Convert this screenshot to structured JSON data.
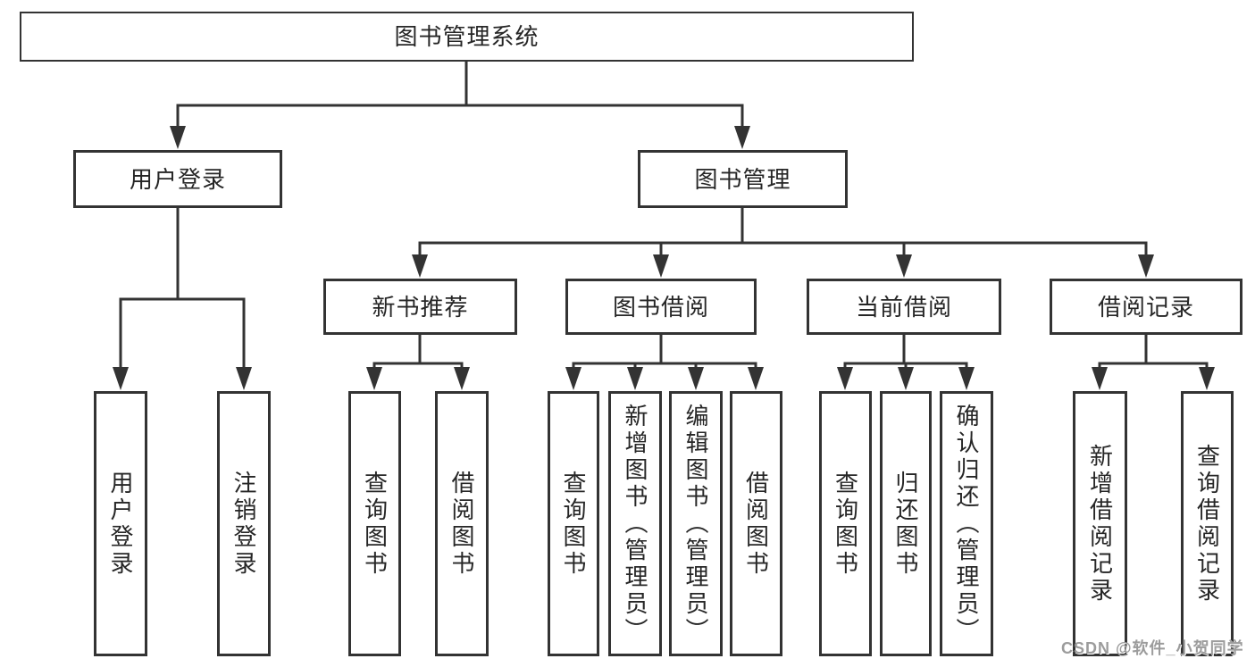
{
  "diagram": {
    "type": "hierarchy",
    "colors": {
      "line": "#333333",
      "box_border": "#333333",
      "box_fill": "#ffffff",
      "text": "#262626",
      "background": "#ffffff",
      "watermark": "#9c9c9c"
    },
    "nodes": {
      "root": {
        "label": "图书管理系统"
      },
      "user_login": {
        "label": "用户登录"
      },
      "book_mgmt": {
        "label": "图书管理"
      },
      "new_book_rec": {
        "label": "新书推荐"
      },
      "book_borrow": {
        "label": "图书借阅"
      },
      "current_borrow": {
        "label": "当前借阅"
      },
      "borrow_records": {
        "label": "借阅记录"
      },
      "ul_user_login": {
        "label": "用户登录"
      },
      "ul_logout": {
        "label": "注销登录"
      },
      "nb_query_book": {
        "label": "查询图书"
      },
      "nb_borrow_book": {
        "label": "借阅图书"
      },
      "bb_query_book": {
        "label": "查询图书"
      },
      "bb_add_book": {
        "label": "新增图书（管理员）"
      },
      "bb_edit_book": {
        "label": "编辑图书（管理员）"
      },
      "bb_borrow_book": {
        "label": "借阅图书"
      },
      "cb_query_book": {
        "label": "查询图书"
      },
      "cb_return_book": {
        "label": "归还图书"
      },
      "cb_confirm_return": {
        "label": "确认归还（管理员）"
      },
      "br_add_record": {
        "label": "新增借阅记录"
      },
      "br_query_record": {
        "label": "查询借阅记录"
      }
    },
    "edges": [
      {
        "from": "图书管理系统",
        "to": [
          "用户登录",
          "图书管理"
        ]
      },
      {
        "from": "用户登录",
        "to": [
          "用户登录",
          "注销登录"
        ]
      },
      {
        "from": "图书管理",
        "to": [
          "新书推荐",
          "图书借阅",
          "当前借阅",
          "借阅记录"
        ]
      },
      {
        "from": "新书推荐",
        "to": [
          "查询图书",
          "借阅图书"
        ]
      },
      {
        "from": "图书借阅",
        "to": [
          "查询图书",
          "新增图书（管理员）",
          "编辑图书（管理员）",
          "借阅图书"
        ]
      },
      {
        "from": "当前借阅",
        "to": [
          "查询图书",
          "归还图书",
          "确认归还（管理员）"
        ]
      },
      {
        "from": "借阅记录",
        "to": [
          "新增借阅记录",
          "查询借阅记录"
        ]
      }
    ],
    "watermark": "CSDN @软件_小贺同学"
  }
}
